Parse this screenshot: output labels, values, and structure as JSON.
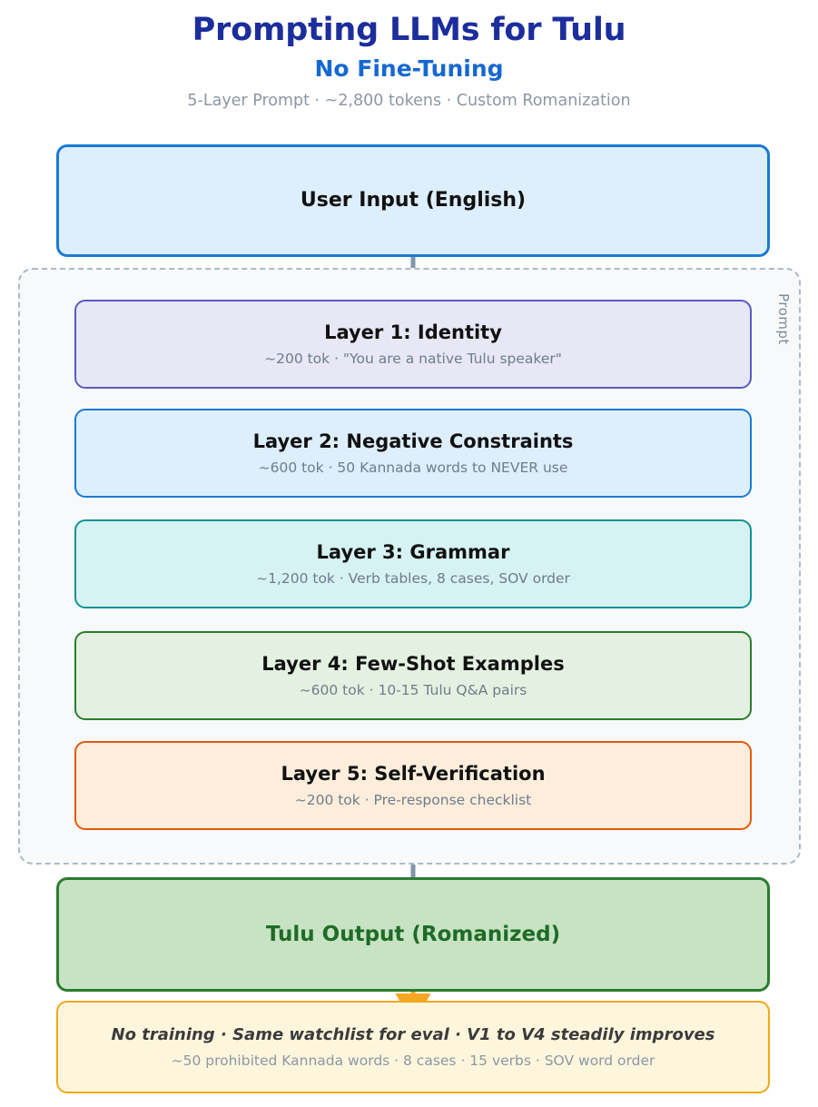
{
  "header": {
    "title": "Prompting LLMs for Tulu",
    "subtitle": "No Fine-Tuning",
    "meta": "5-Layer Prompt  ·  ~2,800 tokens  ·  Custom Romanization"
  },
  "input": {
    "title": "User Input (English)"
  },
  "prompt_container": {
    "label": "Prompt"
  },
  "layers": [
    {
      "title": "Layer 1: Identity",
      "subtitle": "~200 tok  ·  \"You are a native Tulu speaker\"",
      "border_color": "#5a5abf",
      "fill_color": "#e7e7f6"
    },
    {
      "title": "Layer 2: Negative Constraints",
      "subtitle": "~600 tok  ·  50 Kannada words to NEVER use",
      "border_color": "#1a7ad4",
      "fill_color": "#ddeefc"
    },
    {
      "title": "Layer 3: Grammar",
      "subtitle": "~1,200 tok  ·  Verb tables, 8 cases, SOV order",
      "border_color": "#0f9395",
      "fill_color": "#d6f2f2"
    },
    {
      "title": "Layer 4: Few-Shot Examples",
      "subtitle": "~600 tok  ·  10-15 Tulu Q&A pairs",
      "border_color": "#2a7d2e",
      "fill_color": "#e4f1e2"
    },
    {
      "title": "Layer 5: Self-Verification",
      "subtitle": "~200 tok  ·  Pre-response checklist",
      "border_color": "#e4590b",
      "fill_color": "#fdeedc"
    }
  ],
  "output": {
    "title": "Tulu Output (Romanized)"
  },
  "footer": {
    "line1": "No training  ·  Same watchlist for eval  ·  V1 to V4 steadily improves",
    "line2": "~50 prohibited Kannada words  ·  8 cases  ·  15 verbs  ·  SOV word order"
  },
  "colors": {
    "title": "#1c2d9c",
    "subtitle": "#1668d1",
    "meta": "#8d97a3",
    "arrow_gray": "#8296a8",
    "arrow_amber": "#f5a623",
    "dashed_border": "#a9bbc9"
  }
}
